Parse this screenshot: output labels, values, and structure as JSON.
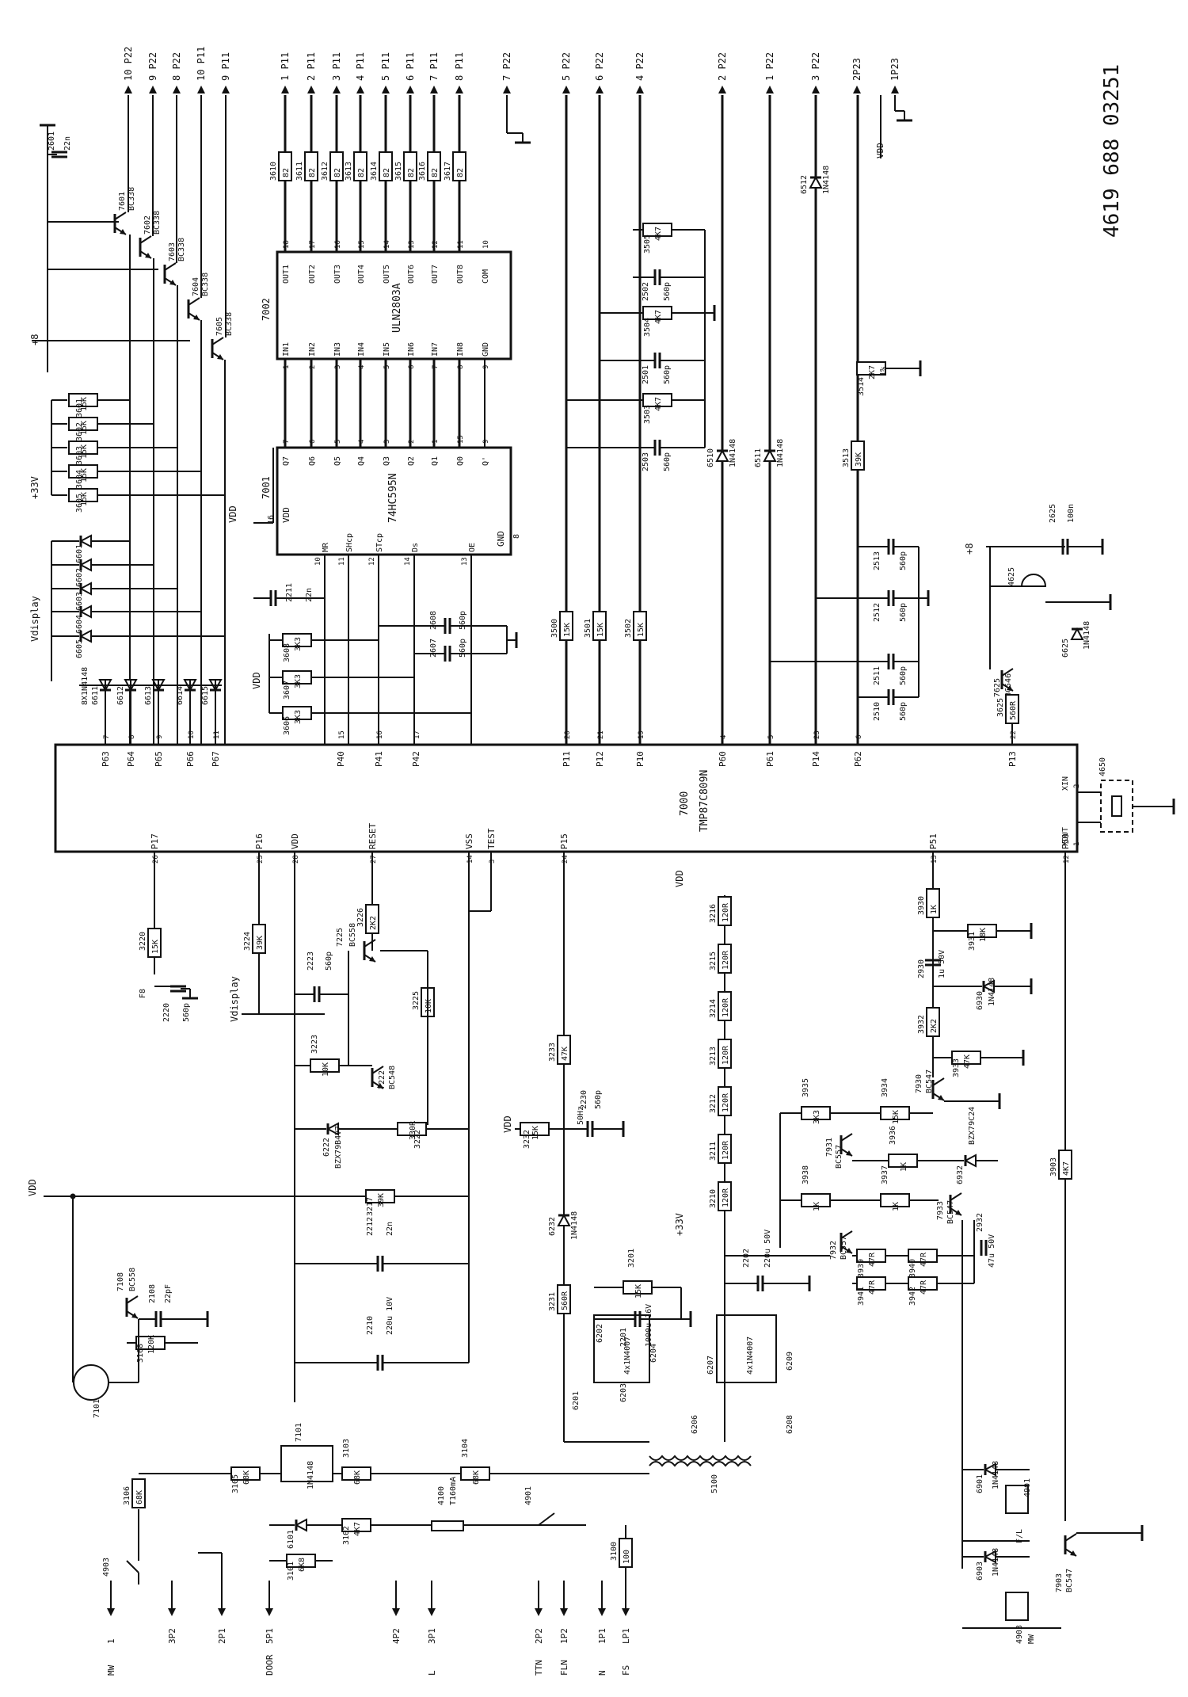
{
  "doc_number": "4619 688 03251",
  "main_ic": {
    "ref": "7000",
    "part": "TMP87C809N"
  },
  "ic_7001": {
    "ref": "7001",
    "part": "74HC595N",
    "pins": [
      "Q7",
      "Q6",
      "Q5",
      "Q4",
      "Q3",
      "Q2",
      "Q1",
      "Q0",
      "Q'"
    ],
    "pin_nums": [
      "7",
      "6",
      "5",
      "4",
      "3",
      "2",
      "1",
      "15",
      "9"
    ],
    "bottom_pins": [
      "MR",
      "SHcp",
      "STcp",
      "Ds",
      "OE"
    ],
    "bottom_nums": [
      "10",
      "11",
      "12",
      "14",
      "13"
    ],
    "vdd": "VDD",
    "vdd_num": "16",
    "gnd": "GND",
    "gnd_num": "8"
  },
  "ic_7002": {
    "ref": "7002",
    "part": "ULN2803A",
    "outs": [
      "OUT1",
      "OUT2",
      "OUT3",
      "OUT4",
      "OUT5",
      "OUT6",
      "OUT7",
      "OUT8",
      "COM"
    ],
    "out_nums": [
      "18",
      "17",
      "16",
      "15",
      "14",
      "13",
      "12",
      "11",
      "10"
    ],
    "ins": [
      "IN1",
      "IN2",
      "IN3",
      "IN4",
      "IN5",
      "IN6",
      "IN7",
      "IN8",
      "GND"
    ],
    "in_nums": [
      "1",
      "2",
      "3",
      "4",
      "5",
      "6",
      "7",
      "8",
      "9"
    ]
  },
  "top_connectors": [
    {
      "n": "10",
      "p": "P22"
    },
    {
      "n": "9",
      "p": "P22"
    },
    {
      "n": "8",
      "p": "P22"
    },
    {
      "n": "10",
      "p": "P11"
    },
    {
      "n": "9",
      "p": "P11"
    },
    {
      "n": "1",
      "p": "P11"
    },
    {
      "n": "2",
      "p": "P11"
    },
    {
      "n": "3",
      "p": "P11"
    },
    {
      "n": "4",
      "p": "P11"
    },
    {
      "n": "5",
      "p": "P11"
    },
    {
      "n": "6",
      "p": "P11"
    },
    {
      "n": "7",
      "p": "P11"
    },
    {
      "n": "8",
      "p": "P11"
    },
    {
      "n": "7",
      "p": "P22"
    },
    {
      "n": "5",
      "p": "P22"
    },
    {
      "n": "6",
      "p": "P22"
    },
    {
      "n": "4",
      "p": "P22"
    },
    {
      "n": "2",
      "p": "P22"
    },
    {
      "n": "1",
      "p": "P22"
    },
    {
      "n": "3",
      "p": "P22"
    },
    {
      "n": "2P23",
      "p": ""
    },
    {
      "n": "1P23",
      "p": ""
    }
  ],
  "resistors_3610": [
    {
      "ref": "3610",
      "val": "82"
    },
    {
      "ref": "3611",
      "val": "82"
    },
    {
      "ref": "3612",
      "val": "82"
    },
    {
      "ref": "3613",
      "val": "82"
    },
    {
      "ref": "3614",
      "val": "82"
    },
    {
      "ref": "3615",
      "val": "82"
    },
    {
      "ref": "3616",
      "val": "82"
    },
    {
      "ref": "3617",
      "val": "82"
    }
  ],
  "transistors_760x": [
    {
      "ref": "7601",
      "part": "BC338"
    },
    {
      "ref": "7602",
      "part": "BC338"
    },
    {
      "ref": "7603",
      "part": "BC338"
    },
    {
      "ref": "7604",
      "part": "BC338"
    },
    {
      "ref": "7605",
      "part": "BC338"
    }
  ],
  "resistors_360x": [
    {
      "ref": "3601",
      "val": "15K"
    },
    {
      "ref": "3602",
      "val": "15K"
    },
    {
      "ref": "3603",
      "val": "15K"
    },
    {
      "ref": "3604",
      "val": "15K"
    },
    {
      "ref": "3605",
      "val": "15K"
    }
  ],
  "diodes_660x": [
    "6601",
    "6602",
    "6603",
    "6604",
    "6605"
  ],
  "diodes_661x": [
    "6611",
    "6612",
    "6613",
    "6614",
    "6615"
  ],
  "diode_array_label": "8X1N4148",
  "labels": {
    "c2601": "2601",
    "c2601v": "22n",
    "plus8": "+8",
    "plus33": "+33V",
    "vdisplay": "Vdisplay",
    "vdd": "VDD",
    "ref_3606": "3606",
    "ref_3607": "3607",
    "ref_3608": "3608",
    "val_3k3": "3K3",
    "c2211": "2211",
    "c2211v": "22n",
    "c2607": "2607",
    "c2608": "2608",
    "val_560p": "560p",
    "r3500": "3500",
    "r3501": "3501",
    "r3502": "3502",
    "val_15k": "15K",
    "r3503": "3503",
    "r3504": "3504",
    "r3505": "3505",
    "val_4k7": "4K7",
    "c2503": "2503",
    "c2501": "2501",
    "c2502": "2502",
    "d6510": "6510",
    "d6511": "6511",
    "d6512": "6512",
    "val_1n4148": "1N4148",
    "r3513": "3513",
    "val_39k": "39K",
    "r3514": "3514",
    "val_2k7": "2K7",
    "val_1pct": "1%",
    "c2510": "2510",
    "c2511": "2511",
    "c2512": "2512",
    "c2513": "2513",
    "c2625": "2625",
    "c2625v": "100n",
    "buzzer": "4625",
    "d6625": "6625",
    "t7625": "7625",
    "t7625p": "BC546",
    "r3625": "3625",
    "r3625v": "560R",
    "xtal": "4650",
    "r3220": "3220",
    "r3220v": "15K",
    "f8": "F8",
    "c2220": "2220",
    "c2220v": "560p",
    "r3224": "3224",
    "r3224v": "39K",
    "r3226": "3226",
    "r3226v": "2K2",
    "t7225": "7225",
    "t7225p": "BC558",
    "c2223": "2223",
    "c2223v": "560p",
    "r3225": "3225",
    "r3225v": "10K",
    "r3223": "3223",
    "r3223v": "10K",
    "t7222": "7222",
    "t7222p": "BC548",
    "d6222": "6222",
    "d6222p": "BZX79B4V7",
    "r3222": "3222",
    "r3222v": "330R",
    "r3217": "3217",
    "r3217v": "39K",
    "c2212": "2212",
    "c2212v": "22n",
    "c2210": "2210",
    "c2210v": "220u 10V",
    "t7108": "7108",
    "t7108p": "BC558",
    "c2108": "2108",
    "c2108v": "22pF",
    "r3108": "3108",
    "r3108v": "120K",
    "q7101": "7101",
    "r3233": "3233",
    "r3233v": "47K",
    "hz50": "50Hz",
    "c2230": "2230",
    "c2230v": "560p",
    "r3232": "3232",
    "r3232v": "15K",
    "d6232": "6232",
    "r3231": "3231",
    "r3231v": "560R",
    "r3201": "3201",
    "r3201v": "15K",
    "c2201": "2201",
    "c2201v": "1000u 16V",
    "bridge1": "4x1N4007",
    "d6201": "6201",
    "d6202": "6202",
    "d6203": "6203",
    "d6204": "6204",
    "bridge2": "4x1N4007",
    "d6206": "6206",
    "d6207": "6207",
    "d6208": "6208",
    "d6209": "6209",
    "c2202": "2202",
    "c2202v": "220u 50V",
    "r3216": "3216",
    "r3215": "3215",
    "r3214": "3214",
    "r3213": "3213",
    "r3212": "3212",
    "r3211": "3211",
    "r3210": "3210",
    "val_120r": "120R",
    "r3930": "3930",
    "r3930v": "1K",
    "r3931": "3931",
    "r3931v": "18K",
    "c2930": "2930",
    "c2930v": "1u 50V",
    "d6930": "6930",
    "r3932": "3932",
    "r3932v": "2K2",
    "r3933": "3933",
    "r3933v": "47K",
    "t7930": "7930",
    "t7930p": "BC547",
    "r3934": "3934",
    "r3934v": "15K",
    "r3935": "3935",
    "r3935v": "3K3",
    "t7931": "7931",
    "t7931p": "BC557",
    "r3936": "3936",
    "r3936v": "1K",
    "d6932": "6932",
    "d6932p": "BZX79C24",
    "r3938": "3938",
    "r3938v": "1K",
    "r3937": "3937",
    "r3937v": "1K",
    "t7933": "7933",
    "t7933p": "BC547",
    "t7932": "7932",
    "t7932p": "BC557",
    "r3939": "3939",
    "r3940": "3940",
    "r3941": "3941",
    "r3942": "3942",
    "val_47r": "47R",
    "c2932": "2932",
    "c2932v": "47u 50V",
    "r3903": "3903",
    "r3903v": "4K7",
    "d6901": "6901",
    "relay4901": "4901",
    "fl": "F/L",
    "d6903": "6903",
    "relay4903": "4903",
    "mw": "MW",
    "t7903": "7903",
    "t7903p": "BC547",
    "r3106": "3106",
    "r3106v": "68K",
    "r3105": "3105",
    "r3105v": "68K",
    "opto": "7101",
    "r3103": "3103",
    "r3103v": "68K",
    "r3104": "3104",
    "r3104v": "68K",
    "d6101": "6101",
    "d6101p": "1N4148",
    "r3101": "3101",
    "r3101v": "6K8",
    "r3102": "3102",
    "r3102v": "4K7",
    "fuse": "4100",
    "fusev": "T160mA",
    "sw4901": "4901",
    "r3100": "3100",
    "r3100v": "100",
    "trafo": "5100",
    "sw4903": "4903"
  },
  "bottom_connectors": [
    {
      "p": "1",
      "n": "MW"
    },
    {
      "p": "3P2",
      "n": ""
    },
    {
      "p": "2P1",
      "n": ""
    },
    {
      "p": "5P1",
      "n": "DOOR"
    },
    {
      "p": "4P2",
      "n": ""
    },
    {
      "p": "3P1",
      "n": "L"
    },
    {
      "p": "2P2",
      "n": "TTN"
    },
    {
      "p": "1P2",
      "n": "FLN"
    },
    {
      "p": "1P1",
      "n": "N"
    },
    {
      "p": "LP1",
      "n": "FS"
    }
  ],
  "main_pins_top": [
    {
      "name": "P63",
      "num": "7"
    },
    {
      "name": "P64",
      "num": "8"
    },
    {
      "name": "P65",
      "num": "9"
    },
    {
      "name": "P66",
      "num": "10"
    },
    {
      "name": "P67",
      "num": "11"
    },
    {
      "name": "P40",
      "num": "15"
    },
    {
      "name": "P41",
      "num": "16"
    },
    {
      "name": "P42",
      "num": "17"
    },
    {
      "name": "P11",
      "num": "20"
    },
    {
      "name": "P12",
      "num": "21"
    },
    {
      "name": "P10",
      "num": "19"
    },
    {
      "name": "P60",
      "num": "4"
    },
    {
      "name": "P61",
      "num": "5"
    },
    {
      "name": "P14",
      "num": "23"
    },
    {
      "name": "P62",
      "num": "6"
    },
    {
      "name": "P13",
      "num": "22"
    }
  ],
  "main_pins_bottom": [
    {
      "name": "P17",
      "num": "26"
    },
    {
      "name": "P16",
      "num": "25"
    },
    {
      "name": "VDD",
      "num": "28"
    },
    {
      "name": "RESET",
      "num": "27"
    },
    {
      "name": "VSS",
      "num": "14"
    },
    {
      "name": "TEST",
      "num": "3"
    },
    {
      "name": "P15",
      "num": "24"
    },
    {
      "name": "P51",
      "num": "13"
    },
    {
      "name": "P50",
      "num": "12"
    },
    {
      "name": "XOUT",
      "num": "1"
    },
    {
      "name": "XIN",
      "num": "2"
    }
  ]
}
